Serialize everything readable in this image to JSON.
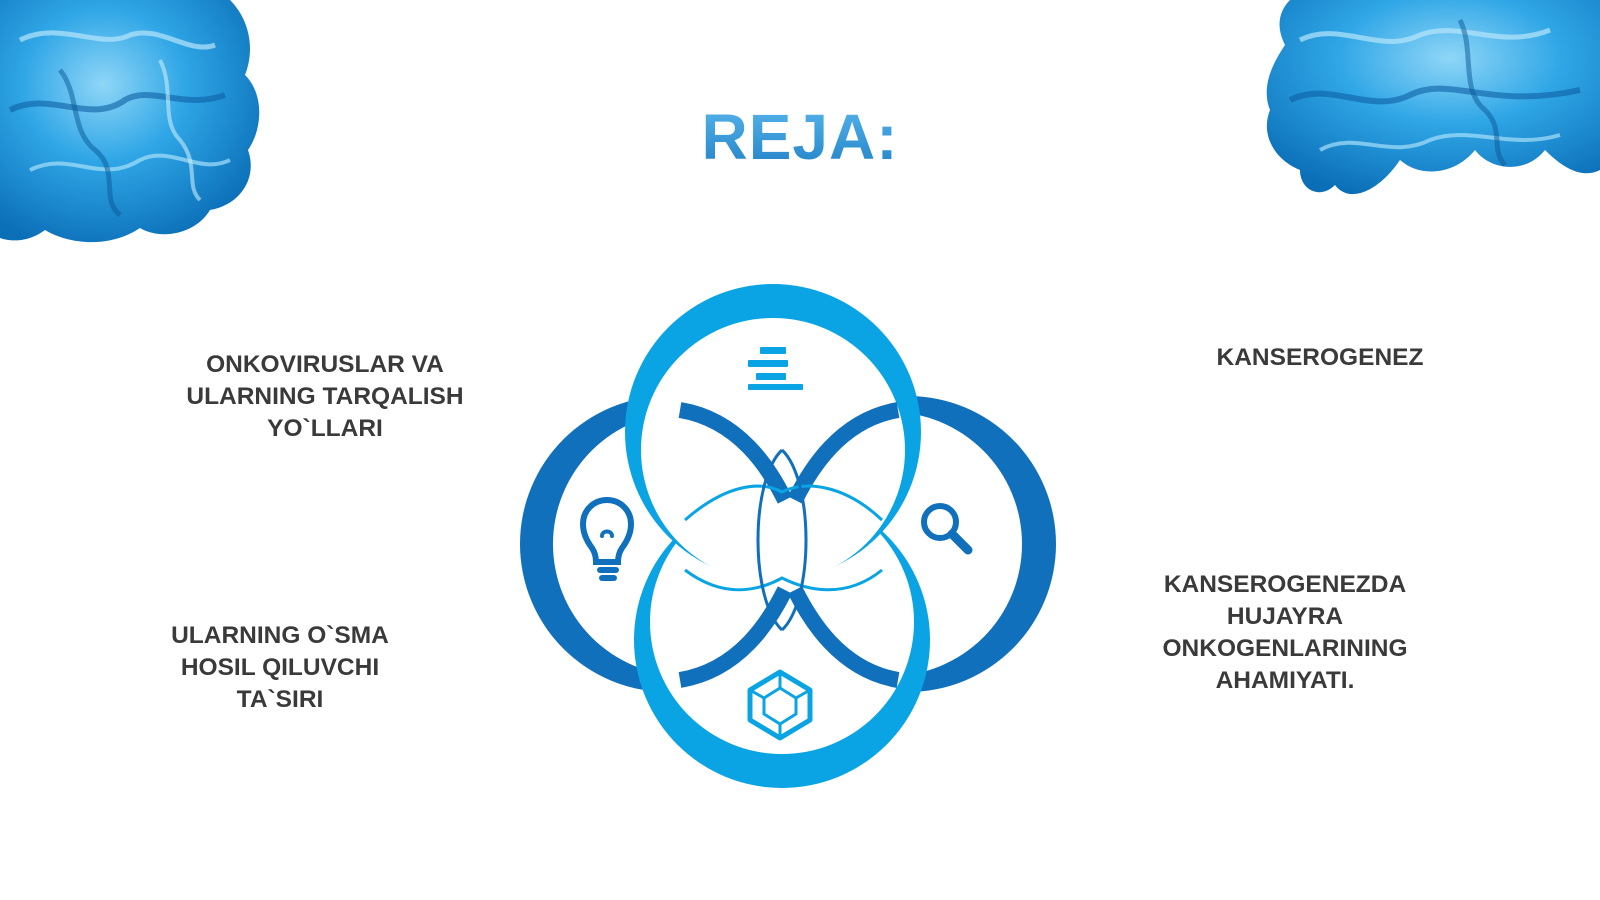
{
  "slide": {
    "title": "REJA:"
  },
  "items": {
    "top_left": {
      "lines": [
        "ONKOVIRUSLAR VA",
        "ULARNING TARQALISH",
        "YO`LLARI"
      ],
      "icon": "lightbulb-icon"
    },
    "top_right": {
      "lines": [
        "KANSEROGENEZ"
      ],
      "icon": "search-icon"
    },
    "bottom_left": {
      "lines": [
        "ULARNING O`SMA",
        "HOSIL QILUVCHI",
        "TA`SIRI"
      ],
      "icon": "cube-icon"
    },
    "bottom_right": {
      "lines": [
        "KANSEROGENEZDA",
        "HUJAYRA",
        "ONKOGENLARINING",
        "AHAMIYATI."
      ],
      "icon": "bars-icon"
    }
  },
  "colors": {
    "light_blue": "#0aa4e4",
    "dark_blue": "#1070bc",
    "title_blue": "#2a8fd6",
    "text": "#3a3a3a"
  }
}
